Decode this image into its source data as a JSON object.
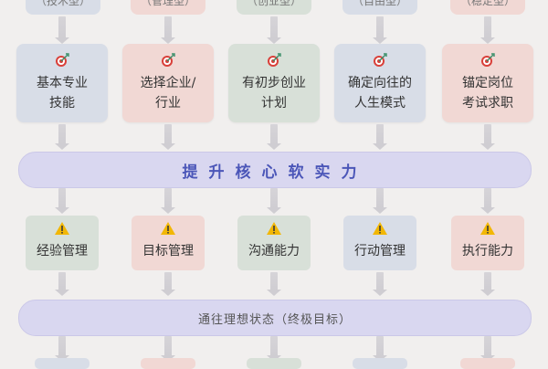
{
  "top_labels": [
    "（技术型）",
    "（管理型）",
    "（创业型）",
    "（自由型）",
    "（稳定型）"
  ],
  "cards": [
    {
      "label": "基本专业\n技能",
      "theme": "blue"
    },
    {
      "label": "选择企业/\n行业",
      "theme": "pink"
    },
    {
      "label": "有初步创业\n计划",
      "theme": "green"
    },
    {
      "label": "确定向往的\n人生模式",
      "theme": "blue"
    },
    {
      "label": "锚定岗位\n考试求职",
      "theme": "pink"
    }
  ],
  "band1": {
    "text": "提升核心软实力"
  },
  "skills": [
    {
      "label": "经验管理",
      "theme": "green"
    },
    {
      "label": "目标管理",
      "theme": "pink"
    },
    {
      "label": "沟通能力",
      "theme": "green"
    },
    {
      "label": "行动管理",
      "theme": "blue"
    },
    {
      "label": "执行能力",
      "theme": "pink"
    }
  ],
  "band2": {
    "text": "通往理想状态（终极目标）"
  },
  "icons": {
    "card_icon": "target-icon",
    "skill_icon": "warning-icon"
  },
  "colors": {
    "band_text": "#4b56b8",
    "warning": "#f2b705",
    "target": "#d9403a"
  }
}
